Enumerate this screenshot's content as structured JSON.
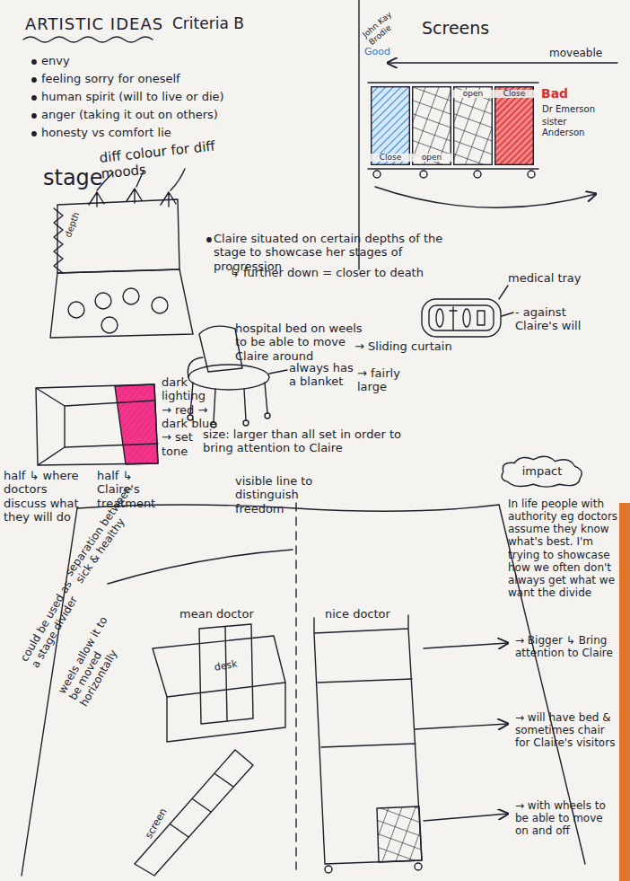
{
  "diagram": {
    "title": "ARTISTIC IDEAS",
    "nodes": [
      {
        "text": [
          "Close"
        ]
      },
      {
        "text": [
          "open"
        ]
      },
      {
        "text": [
          "open"
        ]
      },
      {
        "text": [
          "Close"
        ]
      },
      {
        "text": [
          "impact"
        ]
      }
    ],
    "labels": [
      "Criteria B",
      "envy",
      "feeling sorry for oneself",
      "human spirit (will to live or die)",
      "anger (taking it out on others)",
      "honesty vs comfort lie",
      "John Kay Brodie",
      "Good",
      "Screens",
      "moveable",
      "Bad",
      "Dr Emerson",
      "sister Anderson",
      "stage",
      "diff colour for diff moods",
      "depth",
      "Claire situated on certain depths of the stage to showcase her stages of progression",
      "↳ further down = closer to death",
      "medical tray",
      "- against Claire's will",
      "hospital bed on weels to be able to move Claire around",
      "→ Sliding curtain",
      "always has a blanket",
      "→ fairly large",
      "dark lighting → red → dark blue → set tone",
      "size: larger than all set in order to bring attention to Claire",
      "half ↳ where doctors discuss what they will do",
      "half ↳ Claire's treatment",
      "visible line to distinguish freedom",
      "In life people with authority eg doctors assume they know what's best. I'm trying to showcase how we often don't always get what we want the divide",
      "separation between sick & healthy",
      "could be used as a stage divider",
      "weels allow it to be moved horizontally",
      "mean doctor",
      "nice doctor",
      "desk",
      "screen",
      "→ Bigger ↳ Bring attention to Claire",
      "→ will have bed & sometimes chair for Claire's visitors",
      "→ with wheels to be able to move on and off"
    ]
  }
}
